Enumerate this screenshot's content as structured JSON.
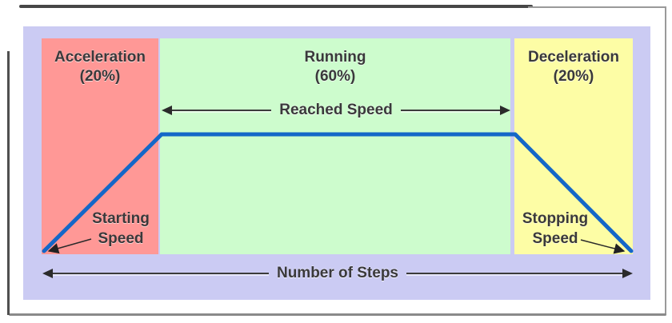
{
  "diagram": {
    "regions": [
      {
        "name": "Acceleration",
        "percent": "(20%)",
        "color": "#ff9896"
      },
      {
        "name": "Running",
        "percent": "(60%)",
        "color": "#cdfccd"
      },
      {
        "name": "Deceleration",
        "percent": "(20%)",
        "color": "#fdfda5"
      }
    ],
    "labels": {
      "reached_speed": "Reached Speed",
      "number_of_steps": "Number of Steps",
      "starting_speed": "Starting Speed",
      "stopping_speed": "Stopping Speed"
    },
    "colors": {
      "panel_background": "#cbcbf3",
      "acceleration_region": "#ff9896",
      "running_region": "#cdfccd",
      "deceleration_region": "#fdfda5",
      "speed_line": "#1467c8",
      "text": "#3a393b",
      "arrow": "#2b2b2b"
    }
  }
}
